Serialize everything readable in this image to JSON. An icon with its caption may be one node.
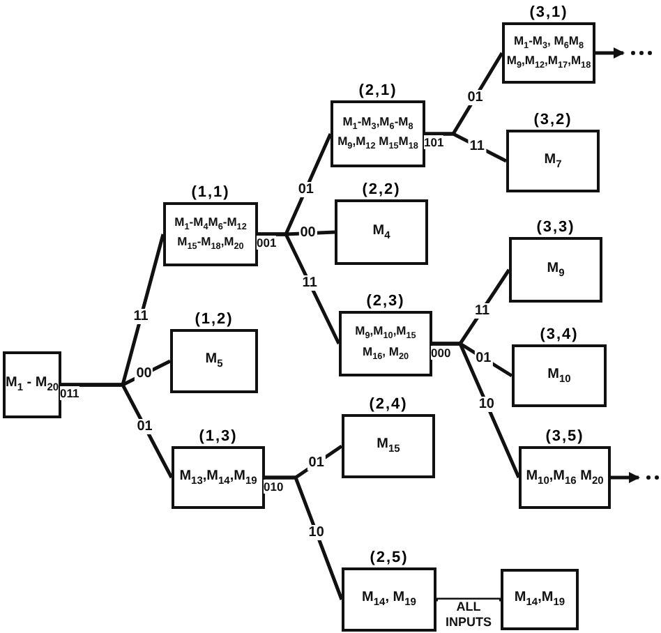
{
  "diagram": {
    "nodes": [
      {
        "text": [
          "M$_{1}$ - M$_{20}$"
        ],
        "beside": [
          "011"
        ]
      },
      {
        "text": [
          "(1,1)",
          "M$_{1}$-M$_{4}$M$_{6}$-M$_{12}$ M$_{15}$-M$_{18}$,M$_{20}$"
        ],
        "beside": [
          "001"
        ]
      },
      {
        "text": [
          "(1,2)",
          "M$_{5}$"
        ]
      },
      {
        "text": [
          "(1,3)",
          "M$_{13}$,M$_{14}$,M$_{19}$"
        ],
        "beside": [
          "010"
        ]
      },
      {
        "text": [
          "(2,1)",
          "M$_{1}$-M$_{3}$,M$_{6}$-M$_{8}$ M$_{9}$,M$_{12}$ M$_{15}$M$_{18}$"
        ],
        "beside": [
          "101"
        ]
      },
      {
        "text": [
          "(2,2)",
          "M$_{4}$"
        ]
      },
      {
        "text": [
          "(2,3)",
          "M$_{9}$,M$_{10}$,M$_{15}$ M$_{16}$, M$_{20}$"
        ],
        "beside": [
          "000"
        ]
      },
      {
        "text": [
          "(2,4)",
          "M$_{15}$"
        ]
      },
      {
        "text": [
          "(2,5)",
          "M$_{14}$, M$_{19}$"
        ]
      },
      {
        "text": [
          "M$_{14}$,M$_{19}$"
        ]
      },
      {
        "text": [
          "(3,1)",
          "M$_{1}$-M$_{3}$, M$_{6}$M$_{8}$ M$_{9}$,M$_{12}$,M$_{17}$,M$_{18}$"
        ]
      },
      {
        "text": [
          "(3,2)",
          "M$_{7}$"
        ]
      },
      {
        "text": [
          "(3,3)",
          "M$_{9}$"
        ]
      },
      {
        "text": [
          "(3,4)",
          "M$_{10}$"
        ]
      },
      {
        "text": [
          "(3,5)",
          "M$_{10}$,M$_{16}$ M$_{20}$"
        ]
      }
    ],
    "edges": [
      {
        "from": 0,
        "to": 1,
        "arrow": "none",
        "label": "11"
      },
      {
        "from": 0,
        "to": 2,
        "arrow": "none",
        "label": "00"
      },
      {
        "from": 0,
        "to": 3,
        "arrow": "none",
        "label": "01"
      },
      {
        "from": 1,
        "to": 4,
        "arrow": "none",
        "label": "01"
      },
      {
        "from": 1,
        "to": 5,
        "arrow": "none",
        "label": "00"
      },
      {
        "from": 1,
        "to": 6,
        "arrow": "none",
        "label": "11"
      },
      {
        "from": 4,
        "to": 10,
        "arrow": "none",
        "label": "01"
      },
      {
        "from": 4,
        "to": 11,
        "arrow": "none",
        "label": "11"
      },
      {
        "from": 6,
        "to": 12,
        "arrow": "none",
        "label": "11"
      },
      {
        "from": 6,
        "to": 13,
        "arrow": "none",
        "label": "01"
      },
      {
        "from": 6,
        "to": 14,
        "arrow": "none",
        "label": "10"
      },
      {
        "from": 3,
        "to": 7,
        "arrow": "none",
        "label": "01"
      },
      {
        "from": 3,
        "to": 8,
        "arrow": "none",
        "label": "10"
      },
      {
        "from": 8,
        "to": 9,
        "arrow": "none",
        "label": "ALL INPUTS"
      },
      {
        "from": 10,
        "to": null,
        "arrow": "to"
      },
      {
        "from": 14,
        "to": null,
        "arrow": "to"
      }
    ]
  }
}
